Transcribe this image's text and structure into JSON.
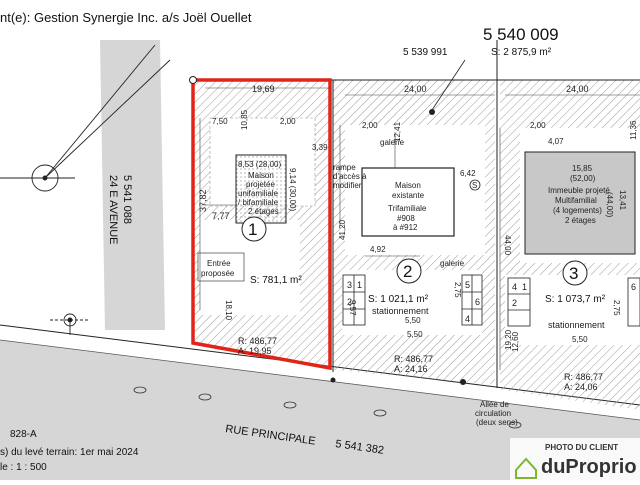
{
  "header": {
    "client": "nt(e):  Gestion Synergie Inc. a/s Joël Ouellet"
  },
  "streets": {
    "avenue": "24 E AVENUE",
    "avenue_lot": "5 541 088",
    "principale": "RUE PRINCIPALE",
    "principale_lot": "5 541 382"
  },
  "top_lots": {
    "big_number": "5 540 009",
    "big_area": "S: 2 875,9 m²",
    "lot2": "5 539 991"
  },
  "footer": {
    "lot": "828-A",
    "survey": "s) du levé terrain:  1er mai 2024",
    "scale": "le  :  1 : 500"
  },
  "lot1": {
    "number": "1",
    "area": "S: 781,1 m²",
    "house_dims": "8,53 (28,00)",
    "house_lines": [
      "Maison",
      "projetée",
      "unifamiliale",
      "/ bifamiliale",
      "2 étages"
    ],
    "house_side": "9,14 (30,00)",
    "entry": [
      "Entrée",
      "proposée"
    ],
    "radius": "R: 486,77",
    "arc": "A: 19,95",
    "d_top": "19,69",
    "d_left": "37,82",
    "d_front": "7,77",
    "d_setback": "7,50",
    "d_side": "2,00",
    "d_rear": "10,85",
    "d_339": "3,39",
    "d_lower": "18,10"
  },
  "lot2": {
    "number": "2",
    "area": "S: 1 021,1 m²",
    "parking": "stationnement",
    "house_lines": [
      "Maison",
      "existante",
      "Trifamiliale",
      "#908",
      "à #912"
    ],
    "galerie_top": "galerie",
    "galerie_bottom": "galerie",
    "ramp": [
      "rampe",
      "d'accès à",
      "modifier"
    ],
    "aisle": [
      "Allée de",
      "circulation",
      "(deux sens)"
    ],
    "radius": "R: 486,77",
    "arc": "A: 24,16",
    "d_top": "24,00",
    "d_1241": "12,41",
    "d_200": "2,00",
    "d_642": "6,42",
    "d_4120": "41,20",
    "d_492": "4,92",
    "d_957": "9,57",
    "d_550a": "5,50",
    "d_550b": "5,50",
    "d_275": "2,75",
    "stalls": [
      "3",
      "1",
      "2",
      "5",
      "6",
      "4"
    ]
  },
  "lot3": {
    "number": "3",
    "area": "S: 1 073,7 m²",
    "parking": "stationnement",
    "house_dims": "15,85",
    "house_dims2": "(52,00)",
    "house_lines": [
      "Immeuble projeté",
      "Multifamilial",
      "(4 logements)",
      "2 étages"
    ],
    "house_side": "13,41",
    "house_side2": "(44,00)",
    "radius": "R: 486,77",
    "arc": "A: 24,06",
    "d_top": "24,00",
    "d_407": "4,07",
    "d_200": "2,00",
    "d_1136": "11,36",
    "d_4400": "44,00",
    "d_1920": "19,20",
    "d_550": "5,50",
    "d_275": "2,75",
    "d_1260": "12,60",
    "stalls": [
      "4",
      "1",
      "2",
      "6"
    ]
  },
  "watermark": {
    "line1": "PHOTO DU CLIENT",
    "brand": "duProprio"
  },
  "colors": {
    "highlight": "#e02418",
    "line": "#222222",
    "hatch": "#9a9a9a",
    "road": "#d6d6d6",
    "building": "#c8c8c8",
    "brand_green": "#7cb82f"
  }
}
